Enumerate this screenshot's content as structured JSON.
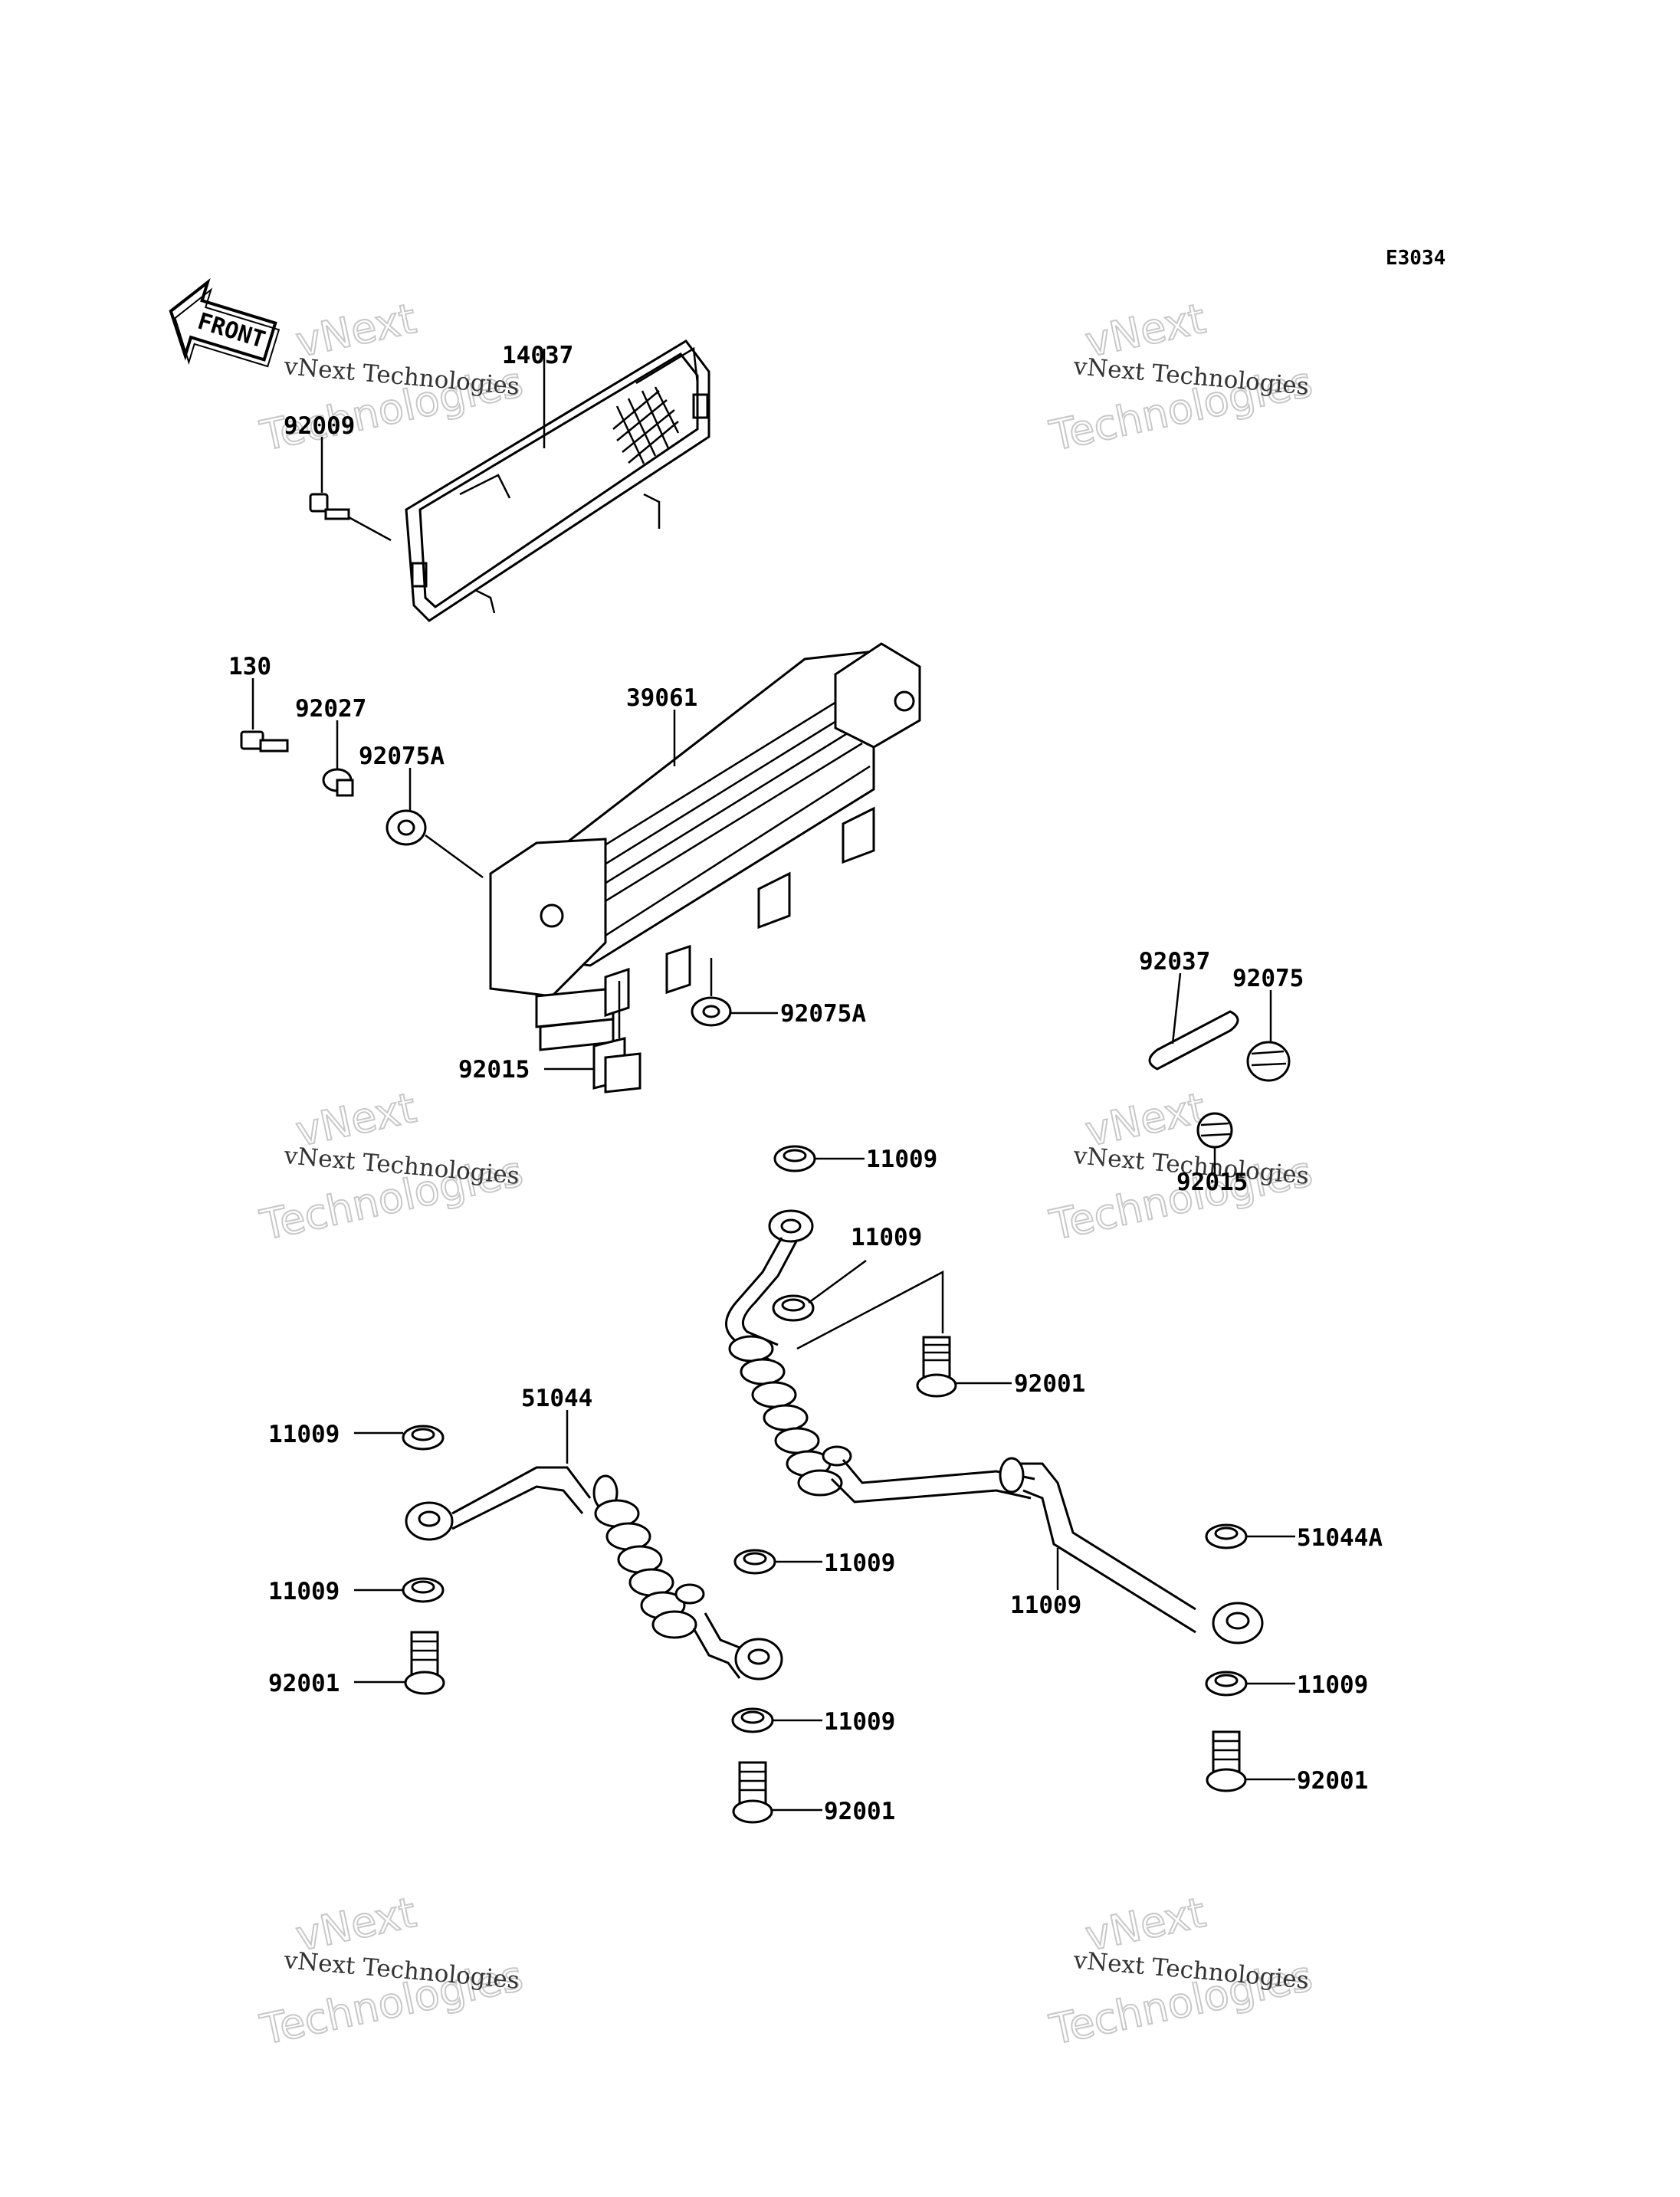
{
  "diagram_code": "E3034",
  "front_label": "FRONT",
  "watermark": {
    "line1": "vNext",
    "line2": "vNext Technologies",
    "line3": "Technologies"
  },
  "callouts": [
    {
      "id": "c-14037",
      "text": "14037"
    },
    {
      "id": "c-92009",
      "text": "92009"
    },
    {
      "id": "c-130",
      "text": "130"
    },
    {
      "id": "c-92027",
      "text": "92027"
    },
    {
      "id": "c-92075A-1",
      "text": "92075A"
    },
    {
      "id": "c-39061",
      "text": "39061"
    },
    {
      "id": "c-92075A-2",
      "text": "92075A"
    },
    {
      "id": "c-92015",
      "text": "92015"
    },
    {
      "id": "c-92037",
      "text": "92037"
    },
    {
      "id": "c-92075",
      "text": "92075"
    },
    {
      "id": "c-92015-b",
      "text": "92015"
    },
    {
      "id": "c-11009-1",
      "text": "11009"
    },
    {
      "id": "c-11009-2",
      "text": "11009"
    },
    {
      "id": "c-92001-1",
      "text": "92001"
    },
    {
      "id": "c-51044",
      "text": "51044"
    },
    {
      "id": "c-11009-3",
      "text": "11009"
    },
    {
      "id": "c-11009-4",
      "text": "11009"
    },
    {
      "id": "c-11009-5",
      "text": "11009"
    },
    {
      "id": "c-92001-2",
      "text": "92001"
    },
    {
      "id": "c-11009-6",
      "text": "11009"
    },
    {
      "id": "c-92001-3",
      "text": "92001"
    },
    {
      "id": "c-11009-7",
      "text": "11009"
    },
    {
      "id": "c-51044A",
      "text": "51044A"
    },
    {
      "id": "c-11009-8",
      "text": "11009"
    },
    {
      "id": "c-92001-4",
      "text": "92001"
    }
  ]
}
